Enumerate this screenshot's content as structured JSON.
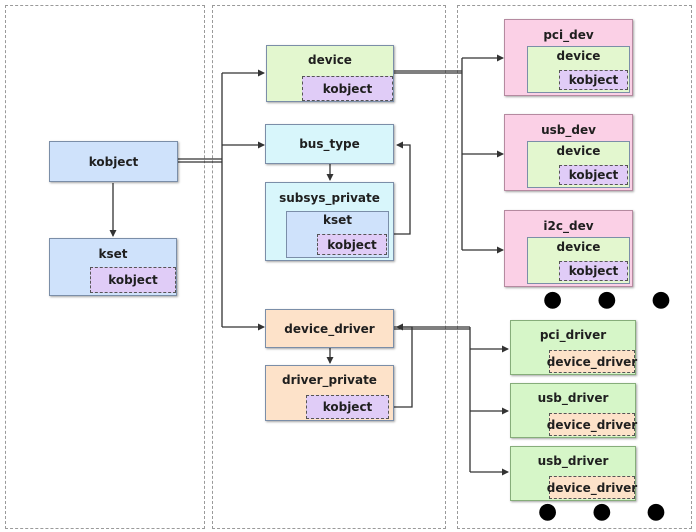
{
  "kobject": "kobject",
  "kset": "kset",
  "kset_kobject": "kobject",
  "device": "device",
  "device_kobject": "kobject",
  "bus_type": "bus_type",
  "subsys_private": "subsys_private",
  "subsys_kset": "kset",
  "subsys_kobject": "kobject",
  "device_driver": "device_driver",
  "driver_private": "driver_private",
  "driver_private_kobject": "kobject",
  "devices": [
    {
      "name": "pci_dev",
      "inner": "device",
      "kobject": "kobject"
    },
    {
      "name": "usb_dev",
      "inner": "device",
      "kobject": "kobject"
    },
    {
      "name": "i2c_dev",
      "inner": "device",
      "kobject": "kobject"
    }
  ],
  "drivers": [
    {
      "name": "pci_driver",
      "inner": "device_driver"
    },
    {
      "name": "usb_driver",
      "inner": "device_driver"
    },
    {
      "name": "usb_driver",
      "inner": "device_driver"
    }
  ],
  "ellipsis": "● ● ●"
}
